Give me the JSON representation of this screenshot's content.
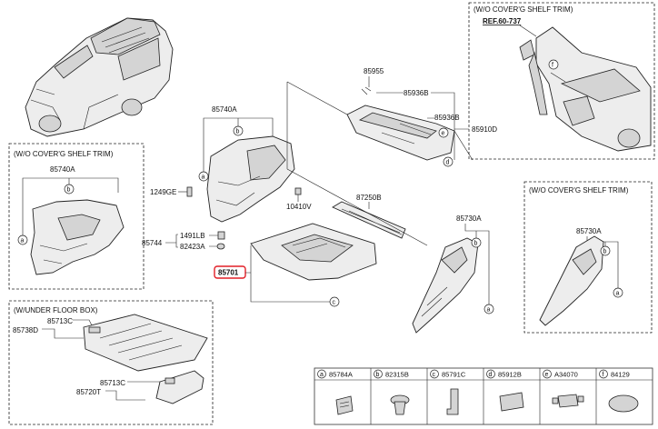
{
  "boxes": {
    "top_right_title": "(W/O COVER'G SHELF TRIM)",
    "top_right_ref": "REF.60-737",
    "left_title": "(W/O COVER'G SHELF TRIM)",
    "right_title": "(W/O COVER'G SHELF TRIM)",
    "under_floor_title": "(W/UNDER FLOOR BOX)"
  },
  "labels": {
    "p85955": "85955",
    "p85936B_top": "85936B",
    "p85936B_mid": "85936B",
    "p85910D": "85910D",
    "p85740A": "85740A",
    "p85740A_left": "85740A",
    "p1249GE": "1249GE",
    "p87250B": "87250B",
    "p10410V": "10410V",
    "p1491LB": "1491LB",
    "p85744": "85744",
    "p82423A": "82423A",
    "p85730A": "85730A",
    "p85730A_right": "85730A",
    "p85701": "85701",
    "p85713C_a": "85713C",
    "p85738D": "85738D",
    "p85713C_b": "85713C",
    "p85720T": "85720T"
  },
  "callouts": [
    "a",
    "b",
    "c",
    "d",
    "e",
    "f"
  ],
  "legend": [
    {
      "key": "a",
      "part": "85784A"
    },
    {
      "key": "b",
      "part": "82315B"
    },
    {
      "key": "c",
      "part": "85791C"
    },
    {
      "key": "d",
      "part": "85912B"
    },
    {
      "key": "e",
      "part": "A34070"
    },
    {
      "key": "f",
      "part": "84129"
    }
  ],
  "highlight_color": "#e21e26"
}
